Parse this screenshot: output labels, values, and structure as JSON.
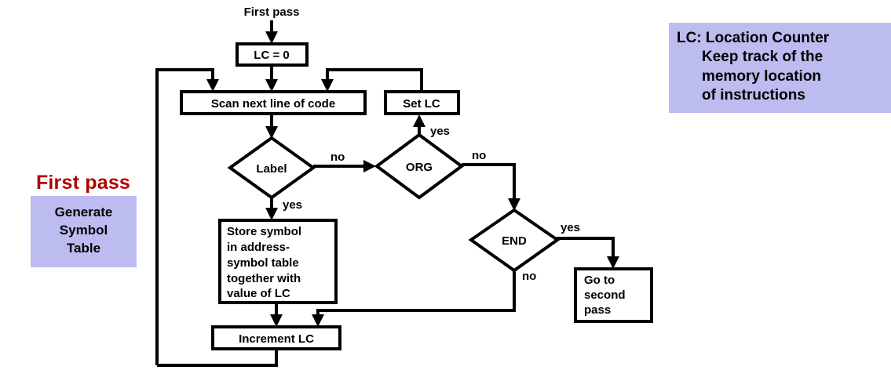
{
  "colors": {
    "annotation_background": "#BCBCF0",
    "pass_title": "#B00000",
    "stroke": "#000000",
    "node_fill": "#FFFFFF",
    "page_background": "#FFFFFF"
  },
  "flowchart": {
    "entry_label": "First pass",
    "nodes": {
      "lc_zero": "LC = 0",
      "scan": "Scan next line of code",
      "set_lc": "Set LC",
      "label_decision": "Label",
      "org_decision": "ORG",
      "end_decision": "END",
      "store_symbol_lines": [
        "Store symbol",
        "in address-",
        "symbol table",
        "together with",
        "value of LC"
      ],
      "store_symbol_line1": "Store symbol",
      "store_symbol_line2": "in address-",
      "store_symbol_line3": "symbol table",
      "store_symbol_line4": "together with",
      "store_symbol_line5": "value of LC",
      "increment_lc": "Increment LC",
      "go_second_pass_line1": "Go to",
      "go_second_pass_line2": "second",
      "go_second_pass_line3": "pass",
      "go_second_pass_lines": [
        "Go to",
        "second",
        "pass"
      ]
    },
    "edge_labels": {
      "label_no": "no",
      "label_yes": "yes",
      "org_yes": "yes",
      "org_no": "no",
      "end_yes": "yes",
      "end_no": "no"
    }
  },
  "left_annotation": {
    "title": "First pass",
    "box_line1": "Generate",
    "box_line2": "Symbol",
    "box_line3": "Table",
    "box_lines": [
      "Generate",
      "Symbol",
      "Table"
    ]
  },
  "legend": {
    "line1": "LC: Location Counter",
    "line2": "Keep track of the",
    "line3": "memory location",
    "line4": "of instructions",
    "lines": [
      "LC: Location Counter",
      "Keep track of the",
      "memory location",
      "of instructions"
    ]
  }
}
